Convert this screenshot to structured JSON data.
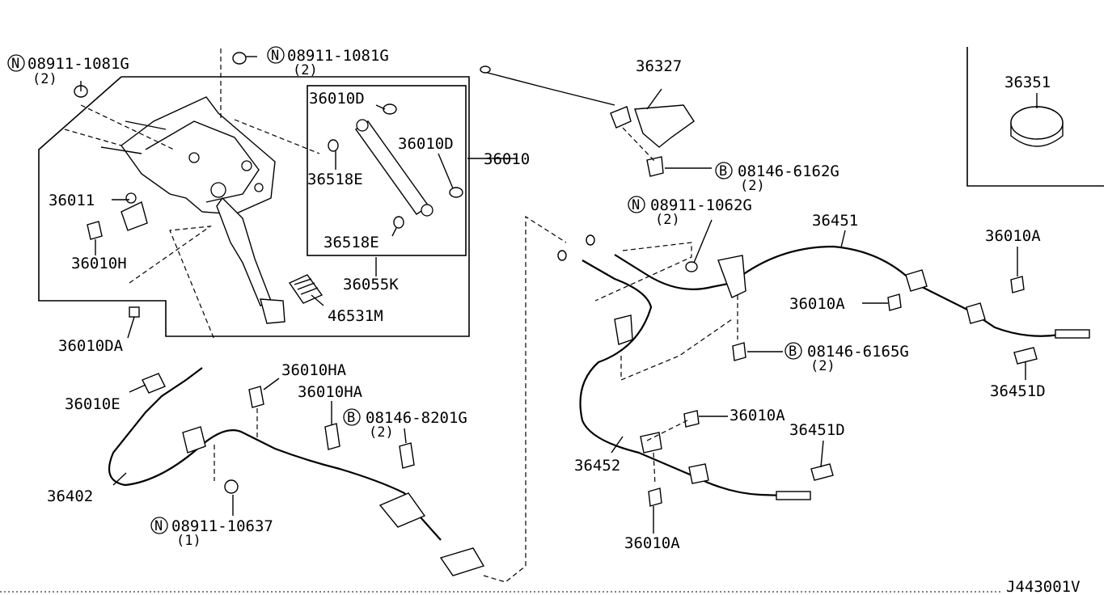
{
  "diagram_code": "J443001V",
  "callouts": {
    "p36327": "36327",
    "p36351": "36351",
    "p36010": "36010",
    "p36010D_a": "36010D",
    "p36010D_b": "36010D",
    "p36518E_a": "36518E",
    "p36518E_b": "36518E",
    "p36055K": "36055K",
    "p46531M": "46531M",
    "p36011": "36011",
    "p36010H": "36010H",
    "p36010DA": "36010DA",
    "p36010E": "36010E",
    "p36402": "36402",
    "p36010HA_a": "36010HA",
    "p36010HA_b": "36010HA",
    "p36451": "36451",
    "p36452": "36452",
    "p36010A_a": "36010A",
    "p36010A_b": "36010A",
    "p36010A_c": "36010A",
    "p36010A_d": "36010A",
    "p36451D_a": "36451D",
    "p36451D_b": "36451D"
  },
  "fasteners": {
    "n_1081G_left": {
      "prefix": "N",
      "code": "08911-1081G",
      "qty": "(2)"
    },
    "n_1081G_top": {
      "prefix": "N",
      "code": "08911-1081G",
      "qty": "(2)"
    },
    "b_6162G": {
      "prefix": "B",
      "code": "08146-6162G",
      "qty": "(2)"
    },
    "n_1062G": {
      "prefix": "N",
      "code": "08911-1062G",
      "qty": "(2)"
    },
    "b_6165G": {
      "prefix": "B",
      "code": "08146-6165G",
      "qty": "(2)"
    },
    "b_8201G": {
      "prefix": "B",
      "code": "08146-8201G",
      "qty": "(2)"
    },
    "n_10637": {
      "prefix": "N",
      "code": "08911-10637",
      "qty": "(1)"
    }
  }
}
